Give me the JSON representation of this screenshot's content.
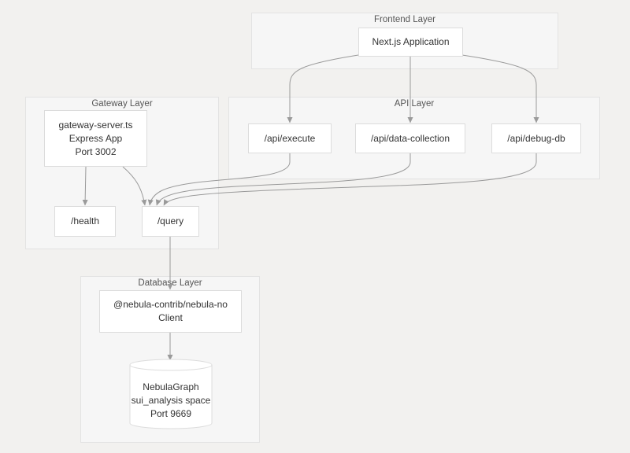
{
  "diagram": {
    "groups": {
      "frontend": {
        "title": "Frontend Layer"
      },
      "gateway": {
        "title": "Gateway Layer"
      },
      "api": {
        "title": "API Layer"
      },
      "database": {
        "title": "Database Layer"
      }
    },
    "nodes": {
      "nextjs": {
        "label": "Next.js Application"
      },
      "gateway_server": {
        "lines": [
          "gateway-server.ts",
          "Express App",
          "Port 3002"
        ]
      },
      "health": {
        "label": "/health"
      },
      "query": {
        "label": "/query"
      },
      "api_execute": {
        "label": "/api/execute"
      },
      "api_data_collection": {
        "label": "/api/data-collection"
      },
      "api_debug_db": {
        "label": "/api/debug-db"
      },
      "nebula_client": {
        "lines": [
          "@nebula-contrib/nebula-no",
          "Client"
        ]
      },
      "nebula_graph": {
        "lines": [
          "NebulaGraph",
          "sui_analysis space",
          "Port 9669"
        ]
      }
    },
    "edges": [
      {
        "from": "Next.js Application",
        "to": "/api/execute"
      },
      {
        "from": "Next.js Application",
        "to": "/api/data-collection"
      },
      {
        "from": "Next.js Application",
        "to": "/api/debug-db"
      },
      {
        "from": "gateway-server.ts",
        "to": "/health"
      },
      {
        "from": "gateway-server.ts",
        "to": "/query"
      },
      {
        "from": "/api/execute",
        "to": "/query"
      },
      {
        "from": "/api/data-collection",
        "to": "/query"
      },
      {
        "from": "/api/debug-db",
        "to": "/query"
      },
      {
        "from": "/query",
        "to": "@nebula-contrib/nebula-no Client"
      },
      {
        "from": "@nebula-contrib/nebula-no Client",
        "to": "NebulaGraph"
      }
    ],
    "colors": {
      "background": "#f2f1ef",
      "group_fill": "#f6f6f6",
      "group_border": "#e3e3e3",
      "node_fill": "#ffffff",
      "node_border": "#dcdcdc",
      "edge": "#9a9a9a"
    }
  }
}
